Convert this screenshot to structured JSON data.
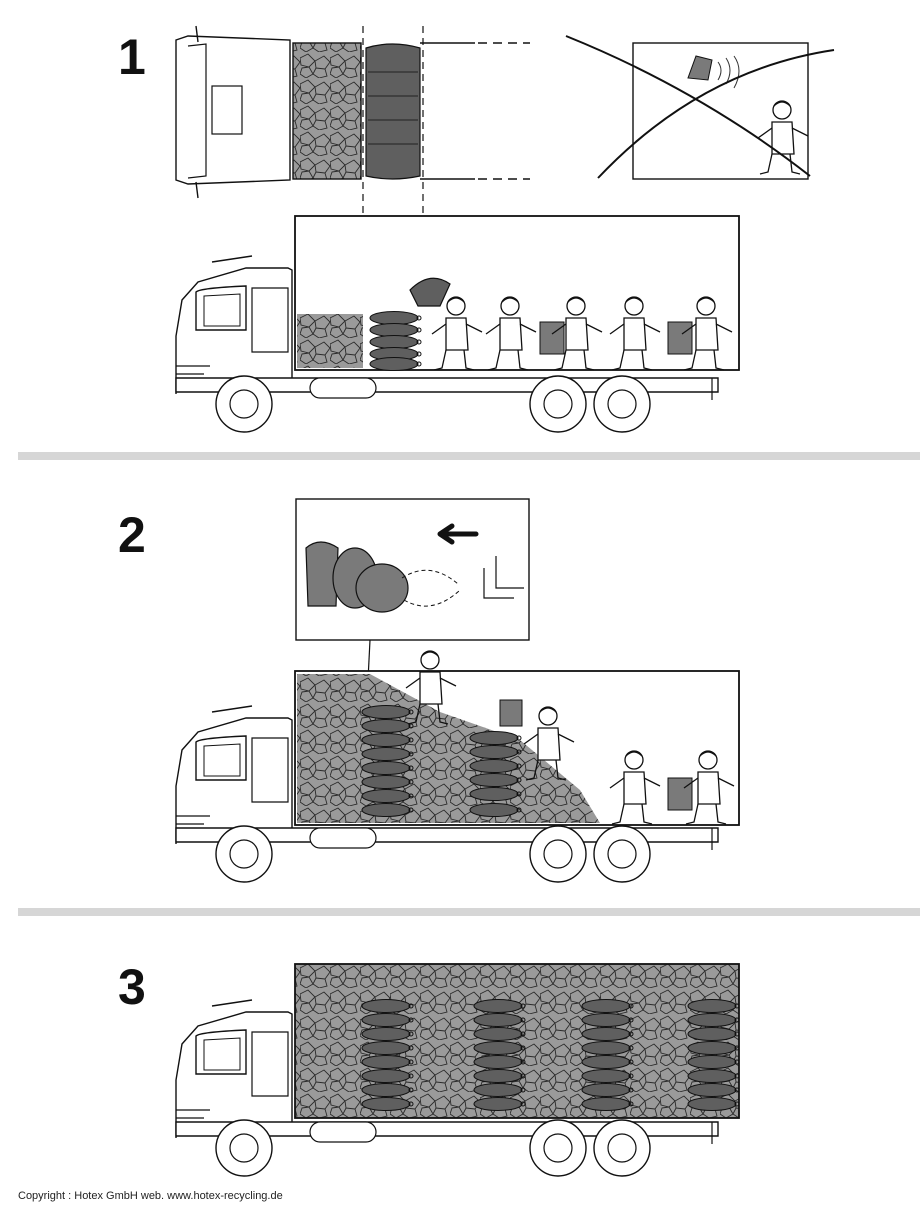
{
  "steps": [
    {
      "number": "1"
    },
    {
      "number": "2"
    },
    {
      "number": "3"
    }
  ],
  "footer": {
    "copyright": "Copyright : Hotex GmbH web. www.hotex-recycling.de"
  },
  "colors": {
    "sack_dark": "#5f5f5f",
    "fill_light": "#9a9a9a",
    "divider": "#d6d6d6",
    "line": "#111111"
  }
}
